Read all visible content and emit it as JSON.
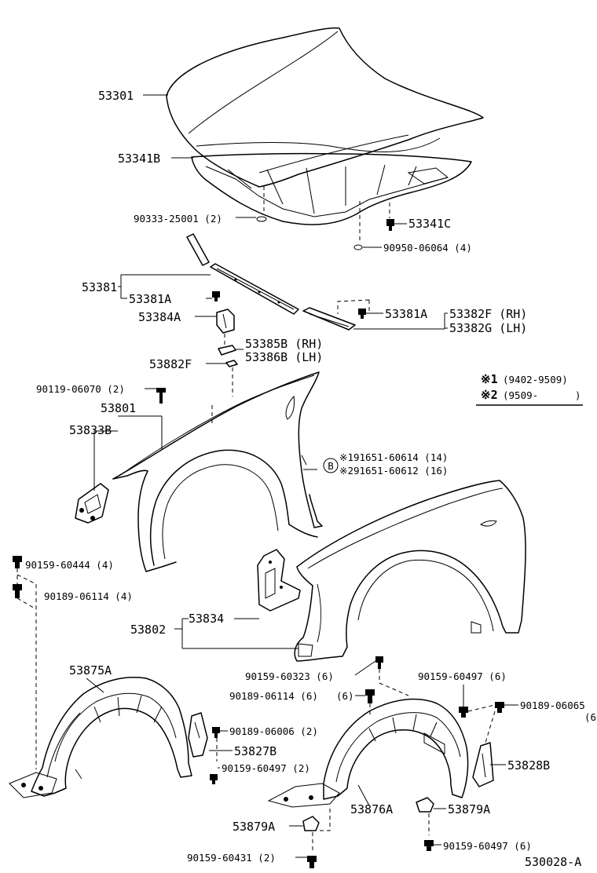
{
  "diagram_id": "530028-A",
  "legend": {
    "mark1": "※1",
    "range1": "(9402-9509)",
    "mark2": "※2",
    "range2": "(9509-",
    "range2_close": ")"
  },
  "labels": {
    "p53301": "53301",
    "p53341B": "53341B",
    "p90333": "90333-25001 (2)",
    "p53341C": "53341C",
    "p90950": "90950-06064 (4)",
    "p53381": "53381",
    "p53381A_l": "53381A",
    "p53384A": "53384A",
    "p53381A_r": "53381A",
    "p53382F": "53382F (RH)",
    "p53382G": "53382G (LH)",
    "p53385B": "53385B (RH)",
    "p53386B": "53386B (LH)",
    "p53882F": "53882F",
    "p90119": "90119-06070 (2)",
    "p53801": "53801",
    "p53833B": "53833B",
    "b_mark": "B",
    "p91651_1": "※191651-60614 (14)",
    "p91651_2": "※291651-60612 (16)",
    "p90159_444": "90159-60444 (4)",
    "p90189_06114_l": "90189-06114 (4)",
    "p53834": "53834",
    "p53802": "53802",
    "p53875A": "53875A",
    "p90159_323": "90159-60323 (6)",
    "p90189_06114_r": "90189-06114 (6)",
    "p90189_06114_r_qty": "(6)",
    "p90159_497_top": "90159-60497 (6)",
    "p90189_0606x": "90189-06065",
    "p90189_0606x_qty": "(6",
    "p90189_06006": "90189-06006 (2)",
    "p53827B": "53827B",
    "p90159_497_mid": "90159-60497 (2)",
    "p53828B": "53828B",
    "p53876A": "53876A",
    "p53879A_r": "53879A",
    "p53879A_l": "53879A",
    "p90159_497_bot": "90159-60497 (6)",
    "p90159_431": "90159-60431 (2)"
  }
}
